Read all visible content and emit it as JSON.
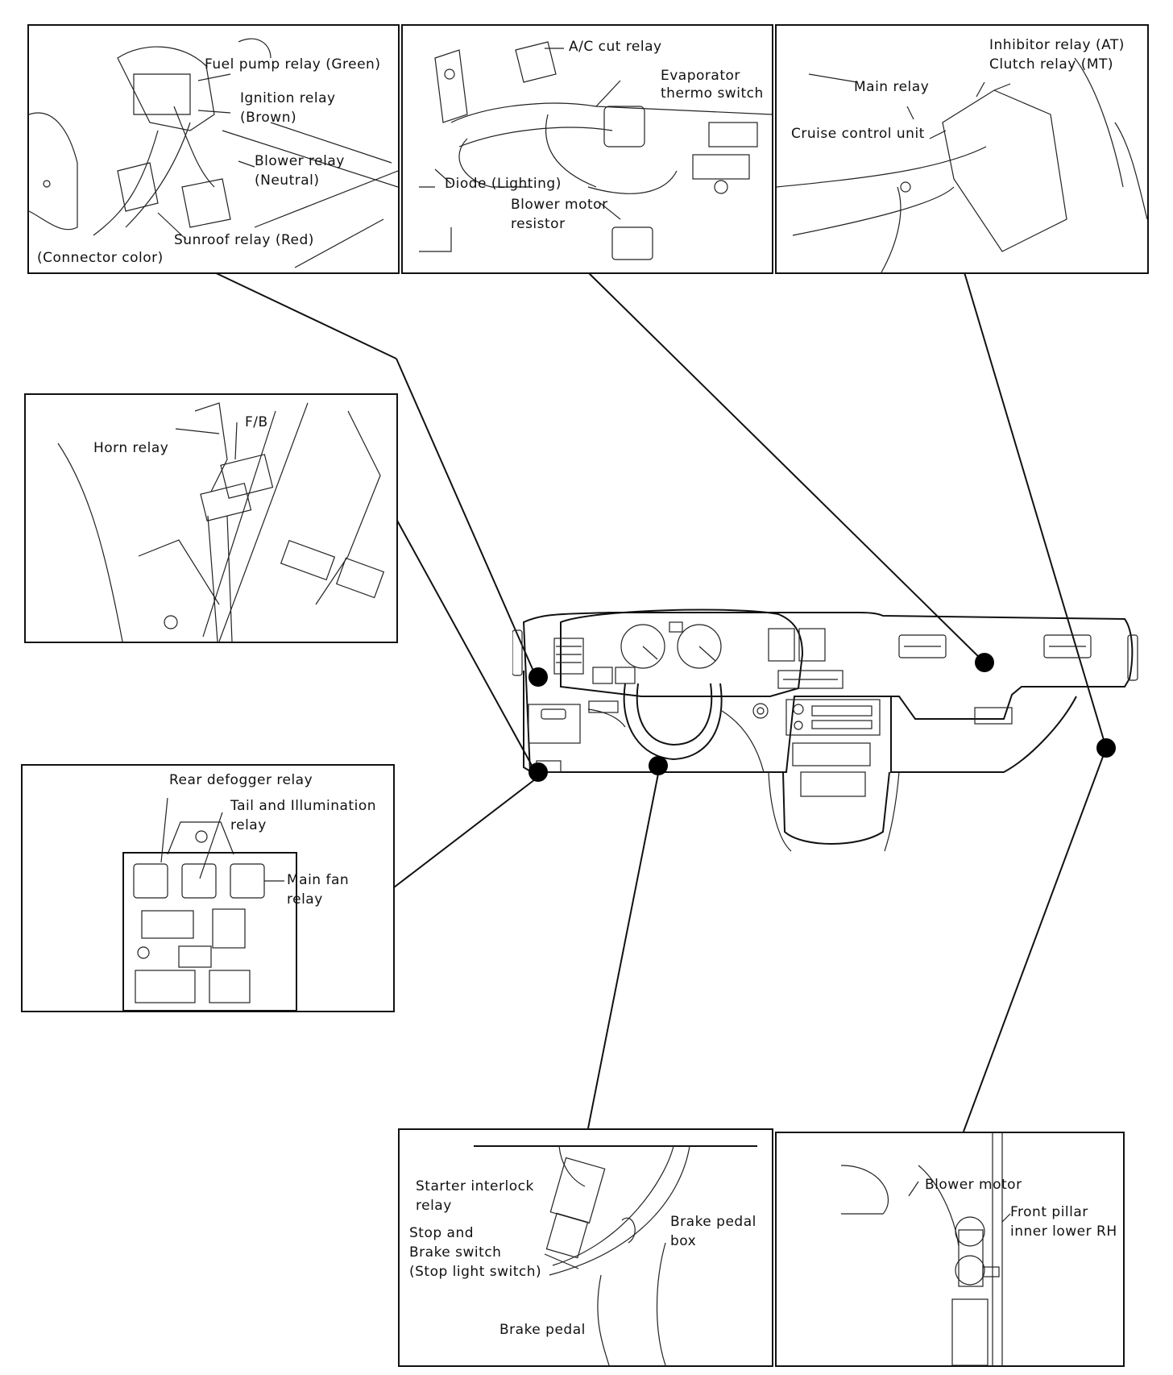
{
  "panels": {
    "relays_left": {
      "fuel_pump_relay": "Fuel pump relay (Green)",
      "ignition_relay_1": "Ignition relay",
      "ignition_relay_2": "(Brown)",
      "blower_relay_1": "Blower relay",
      "blower_relay_2": "(Neutral)",
      "sunroof_relay": "Sunroof relay (Red)",
      "connector_color": "(Connector color)"
    },
    "center_top": {
      "ac_cut_relay": "A/C cut relay",
      "evaporator_1": "Evaporator",
      "evaporator_2": "thermo switch",
      "diode_lighting": "Diode (Lighting)",
      "blower_resistor_1": "Blower motor",
      "blower_resistor_2": "resistor"
    },
    "right_top": {
      "inhibitor_relay": "Inhibitor relay (AT)",
      "clutch_relay": "Clutch relay (MT)",
      "main_relay": "Main relay",
      "cruise_control_unit": "Cruise control unit"
    },
    "horn": {
      "fb": "F/B",
      "horn_relay": "Horn relay"
    },
    "junction": {
      "rear_defogger_relay": "Rear defogger relay",
      "tail_illum_1": "Tail and Illumination",
      "tail_illum_2": "relay",
      "main_fan_1": "Main fan",
      "main_fan_2": "relay"
    },
    "pedal": {
      "starter_interlock_1": "Starter interlock",
      "starter_interlock_2": "relay",
      "stop_brake_1": "Stop and",
      "stop_brake_2": "Brake switch",
      "stop_brake_3": "(Stop light switch)",
      "brake_pedal_box_1": "Brake pedal",
      "brake_pedal_box_2": "box",
      "brake_pedal": "Brake pedal"
    },
    "blower": {
      "blower_motor": "Blower motor",
      "front_pillar_1": "Front pillar",
      "front_pillar_2": "inner lower RH"
    }
  }
}
